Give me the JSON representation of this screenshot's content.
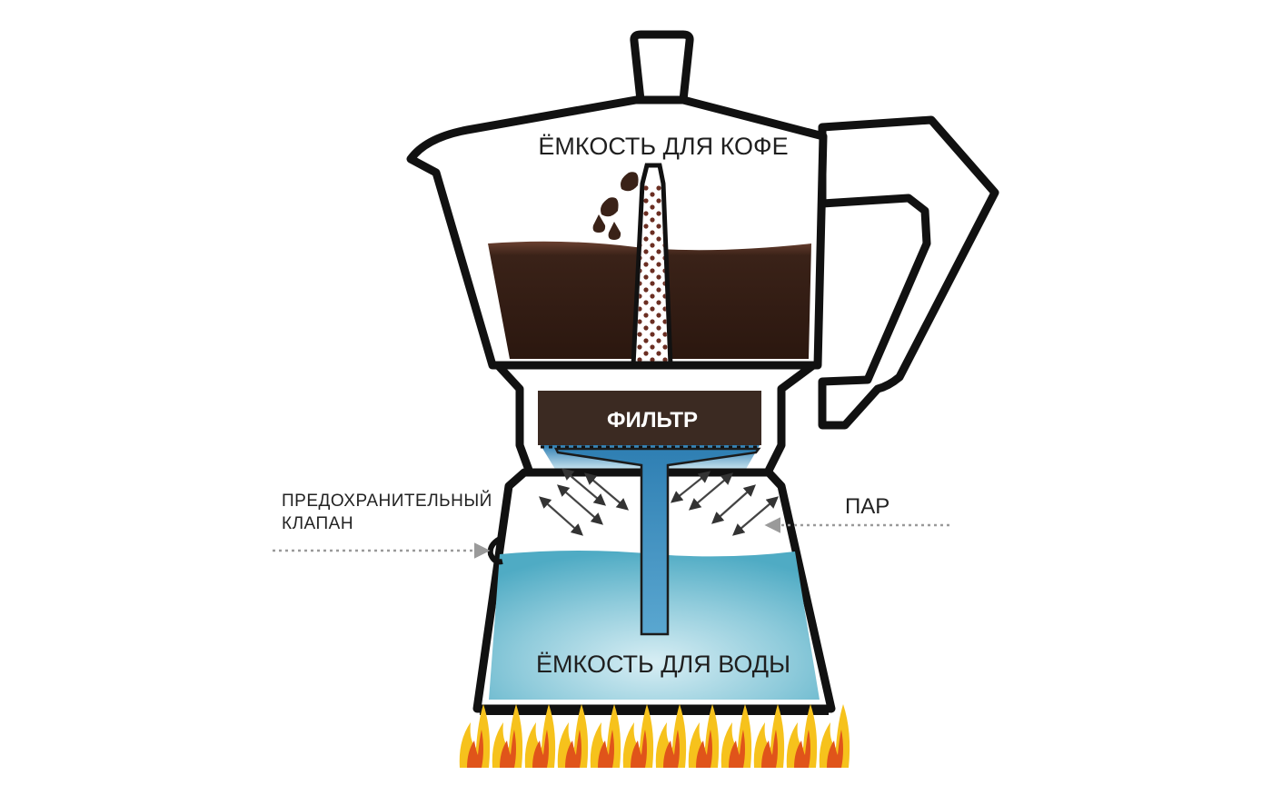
{
  "labels": {
    "coffee_chamber": "ЁМКОСТЬ ДЛЯ КОФЕ",
    "filter": "ФИЛЬТР",
    "water_chamber": "ЁМКОСТЬ ДЛЯ ВОДЫ",
    "valve_line1": "ПРЕДОХРАНИТЕЛЬНЫЙ",
    "valve_line2": "КЛАПАН",
    "steam": "ПАР"
  },
  "colors": {
    "outline": "#111111",
    "coffee": "#3a2218",
    "filter": "#3b2a22",
    "water": "#5fb5cc",
    "tube": "#3d8fbf",
    "flame_outer": "#f6c21c",
    "flame_inner": "#e0541a",
    "arrow": "#999999"
  }
}
